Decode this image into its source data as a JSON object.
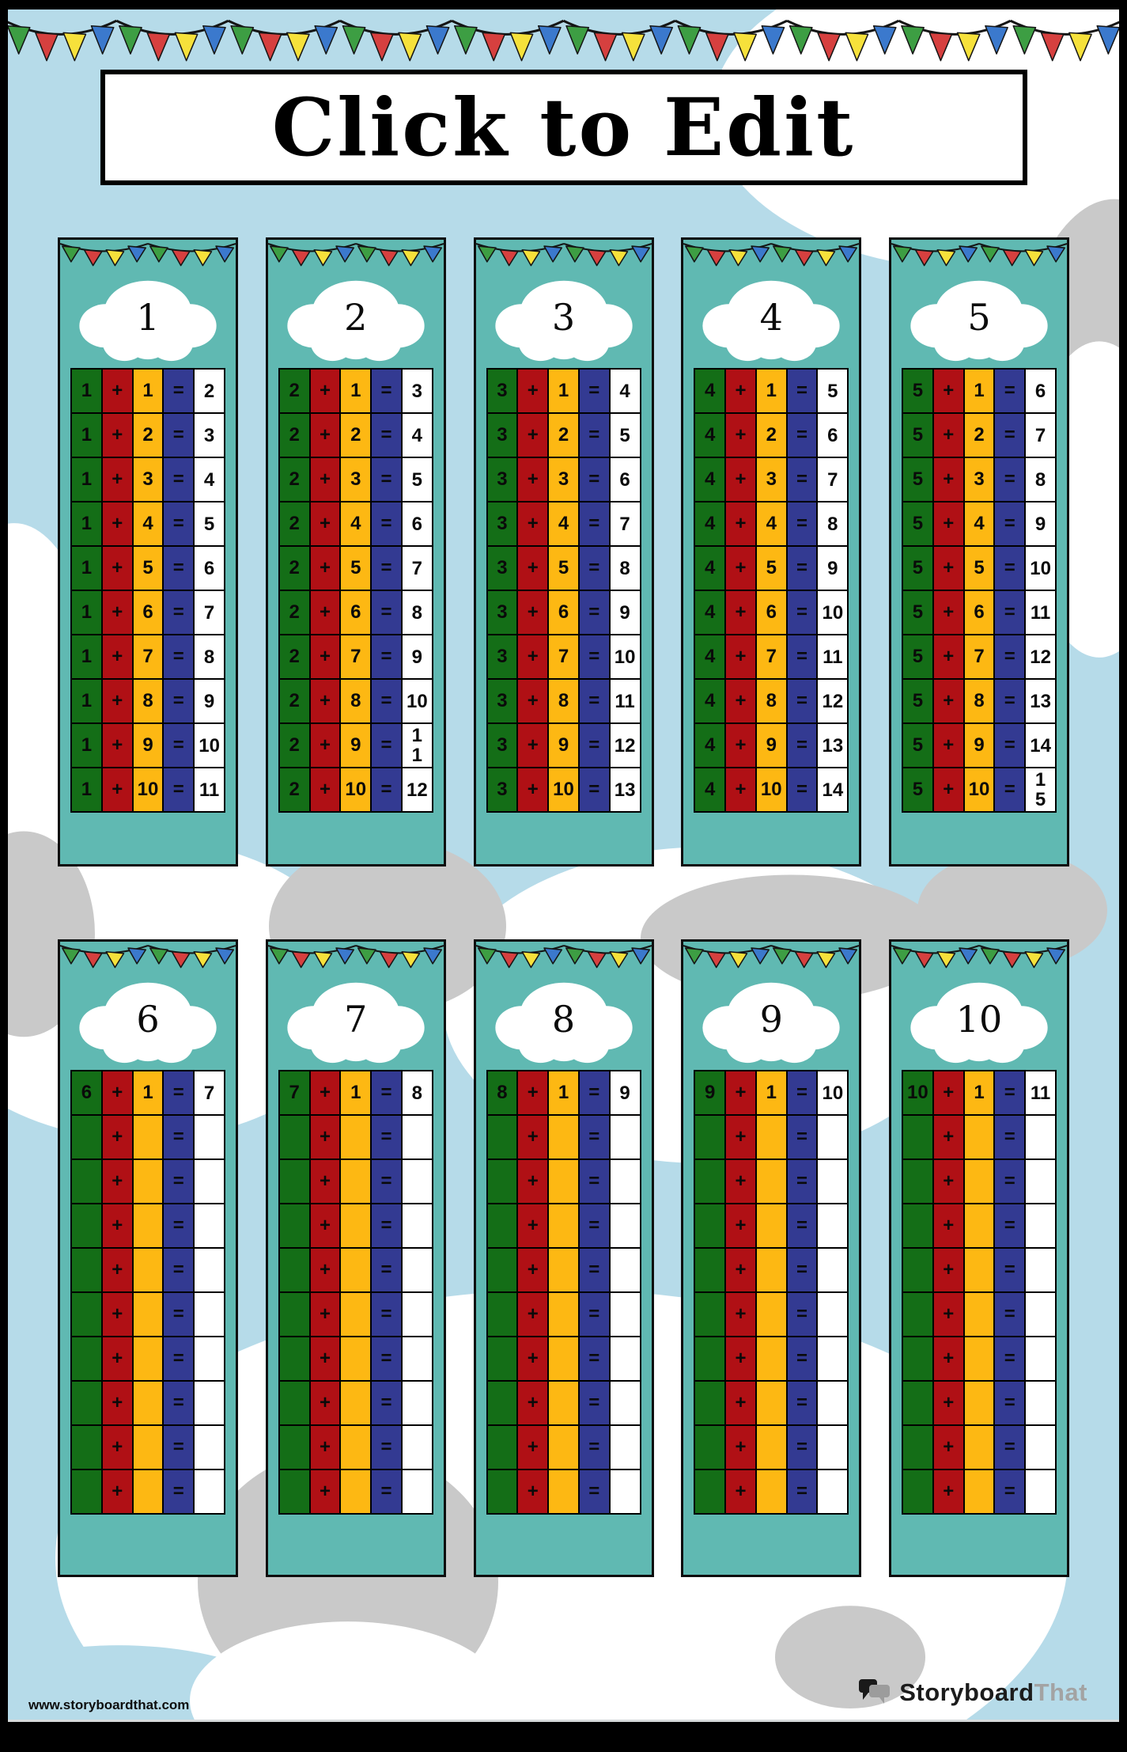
{
  "title": {
    "text": "Click to Edit"
  },
  "footer": {
    "url": "www.storyboardthat.com",
    "logo": {
      "black": "Storyboard",
      "gray": "That"
    }
  },
  "colors": {
    "background_blue": "#b6dbe9",
    "cloud_white": "#ffffff",
    "cloud_gray": "#c9c9c9",
    "card_teal": "#60b9b2",
    "cell_green": "#146e17",
    "cell_red": "#b01015",
    "cell_yellow": "#fdb813",
    "cell_blue": "#333a92",
    "cell_white": "#ffffff",
    "flag_order": [
      "#3d9e43",
      "#d6403f",
      "#f6e13b",
      "#3b79cd"
    ]
  },
  "cards": [
    {
      "number": "1",
      "rows": [
        [
          "1",
          "+",
          "1",
          "=",
          "2"
        ],
        [
          "1",
          "+",
          "2",
          "=",
          "3"
        ],
        [
          "1",
          "+",
          "3",
          "=",
          "4"
        ],
        [
          "1",
          "+",
          "4",
          "=",
          "5"
        ],
        [
          "1",
          "+",
          "5",
          "=",
          "6"
        ],
        [
          "1",
          "+",
          "6",
          "=",
          "7"
        ],
        [
          "1",
          "+",
          "7",
          "=",
          "8"
        ],
        [
          "1",
          "+",
          "8",
          "=",
          "9"
        ],
        [
          "1",
          "+",
          "9",
          "=",
          "10"
        ],
        [
          "1",
          "+",
          "10",
          "=",
          "11"
        ]
      ]
    },
    {
      "number": "2",
      "rows": [
        [
          "2",
          "+",
          "1",
          "=",
          "3"
        ],
        [
          "2",
          "+",
          "2",
          "=",
          "4"
        ],
        [
          "2",
          "+",
          "3",
          "=",
          "5"
        ],
        [
          "2",
          "+",
          "4",
          "=",
          "6"
        ],
        [
          "2",
          "+",
          "5",
          "=",
          "7"
        ],
        [
          "2",
          "+",
          "6",
          "=",
          "8"
        ],
        [
          "2",
          "+",
          "7",
          "=",
          "9"
        ],
        [
          "2",
          "+",
          "8",
          "=",
          "10"
        ],
        [
          "2",
          "+",
          "9",
          "=",
          "1\n1"
        ],
        [
          "2",
          "+",
          "10",
          "=",
          "12"
        ]
      ]
    },
    {
      "number": "3",
      "rows": [
        [
          "3",
          "+",
          "1",
          "=",
          "4"
        ],
        [
          "3",
          "+",
          "2",
          "=",
          "5"
        ],
        [
          "3",
          "+",
          "3",
          "=",
          "6"
        ],
        [
          "3",
          "+",
          "4",
          "=",
          "7"
        ],
        [
          "3",
          "+",
          "5",
          "=",
          "8"
        ],
        [
          "3",
          "+",
          "6",
          "=",
          "9"
        ],
        [
          "3",
          "+",
          "7",
          "=",
          "10"
        ],
        [
          "3",
          "+",
          "8",
          "=",
          "11"
        ],
        [
          "3",
          "+",
          "9",
          "=",
          "12"
        ],
        [
          "3",
          "+",
          "10",
          "=",
          "13"
        ]
      ]
    },
    {
      "number": "4",
      "rows": [
        [
          "4",
          "+",
          "1",
          "=",
          "5"
        ],
        [
          "4",
          "+",
          "2",
          "=",
          "6"
        ],
        [
          "4",
          "+",
          "3",
          "=",
          "7"
        ],
        [
          "4",
          "+",
          "4",
          "=",
          "8"
        ],
        [
          "4",
          "+",
          "5",
          "=",
          "9"
        ],
        [
          "4",
          "+",
          "6",
          "=",
          "10"
        ],
        [
          "4",
          "+",
          "7",
          "=",
          "11"
        ],
        [
          "4",
          "+",
          "8",
          "=",
          "12"
        ],
        [
          "4",
          "+",
          "9",
          "=",
          "13"
        ],
        [
          "4",
          "+",
          "10",
          "=",
          "14"
        ]
      ]
    },
    {
      "number": "5",
      "rows": [
        [
          "5",
          "+",
          "1",
          "=",
          "6"
        ],
        [
          "5",
          "+",
          "2",
          "=",
          "7"
        ],
        [
          "5",
          "+",
          "3",
          "=",
          "8"
        ],
        [
          "5",
          "+",
          "4",
          "=",
          "9"
        ],
        [
          "5",
          "+",
          "5",
          "=",
          "10"
        ],
        [
          "5",
          "+",
          "6",
          "=",
          "11"
        ],
        [
          "5",
          "+",
          "7",
          "=",
          "12"
        ],
        [
          "5",
          "+",
          "8",
          "=",
          "13"
        ],
        [
          "5",
          "+",
          "9",
          "=",
          "14"
        ],
        [
          "5",
          "+",
          "10",
          "=",
          "1\n5"
        ]
      ]
    },
    {
      "number": "6",
      "rows": [
        [
          "6",
          "+",
          "1",
          "=",
          "7"
        ],
        [
          "",
          "+",
          "",
          "=",
          ""
        ],
        [
          "",
          "+",
          "",
          "=",
          ""
        ],
        [
          "",
          "+",
          "",
          "=",
          ""
        ],
        [
          "",
          "+",
          "",
          "=",
          ""
        ],
        [
          "",
          "+",
          "",
          "=",
          ""
        ],
        [
          "",
          "+",
          "",
          "=",
          ""
        ],
        [
          "",
          "+",
          "",
          "=",
          ""
        ],
        [
          "",
          "+",
          "",
          "=",
          ""
        ],
        [
          "",
          "+",
          "",
          "=",
          ""
        ]
      ]
    },
    {
      "number": "7",
      "rows": [
        [
          "7",
          "+",
          "1",
          "=",
          "8"
        ],
        [
          "",
          "+",
          "",
          "=",
          ""
        ],
        [
          "",
          "+",
          "",
          "=",
          ""
        ],
        [
          "",
          "+",
          "",
          "=",
          ""
        ],
        [
          "",
          "+",
          "",
          "=",
          ""
        ],
        [
          "",
          "+",
          "",
          "=",
          ""
        ],
        [
          "",
          "+",
          "",
          "=",
          ""
        ],
        [
          "",
          "+",
          "",
          "=",
          ""
        ],
        [
          "",
          "+",
          "",
          "=",
          ""
        ],
        [
          "",
          "+",
          "",
          "=",
          ""
        ]
      ]
    },
    {
      "number": "8",
      "rows": [
        [
          "8",
          "+",
          "1",
          "=",
          "9"
        ],
        [
          "",
          "+",
          "",
          "=",
          ""
        ],
        [
          "",
          "+",
          "",
          "=",
          ""
        ],
        [
          "",
          "+",
          "",
          "=",
          ""
        ],
        [
          "",
          "+",
          "",
          "=",
          ""
        ],
        [
          "",
          "+",
          "",
          "=",
          ""
        ],
        [
          "",
          "+",
          "",
          "=",
          ""
        ],
        [
          "",
          "+",
          "",
          "=",
          ""
        ],
        [
          "",
          "+",
          "",
          "=",
          ""
        ],
        [
          "",
          "+",
          "",
          "=",
          ""
        ]
      ]
    },
    {
      "number": "9",
      "rows": [
        [
          "9",
          "+",
          "1",
          "=",
          "10"
        ],
        [
          "",
          "+",
          "",
          "=",
          ""
        ],
        [
          "",
          "+",
          "",
          "=",
          ""
        ],
        [
          "",
          "+",
          "",
          "=",
          ""
        ],
        [
          "",
          "+",
          "",
          "=",
          ""
        ],
        [
          "",
          "+",
          "",
          "=",
          ""
        ],
        [
          "",
          "+",
          "",
          "=",
          ""
        ],
        [
          "",
          "+",
          "",
          "=",
          ""
        ],
        [
          "",
          "+",
          "",
          "=",
          ""
        ],
        [
          "",
          "+",
          "",
          "=",
          ""
        ]
      ]
    },
    {
      "number": "10",
      "rows": [
        [
          "10",
          "+",
          "1",
          "=",
          "11"
        ],
        [
          "",
          "+",
          "",
          "=",
          ""
        ],
        [
          "",
          "+",
          "",
          "=",
          ""
        ],
        [
          "",
          "+",
          "",
          "=",
          ""
        ],
        [
          "",
          "+",
          "",
          "=",
          ""
        ],
        [
          "",
          "+",
          "",
          "=",
          ""
        ],
        [
          "",
          "+",
          "",
          "=",
          ""
        ],
        [
          "",
          "+",
          "",
          "=",
          ""
        ],
        [
          "",
          "+",
          "",
          "=",
          ""
        ],
        [
          "",
          "+",
          "",
          "=",
          ""
        ]
      ]
    }
  ]
}
